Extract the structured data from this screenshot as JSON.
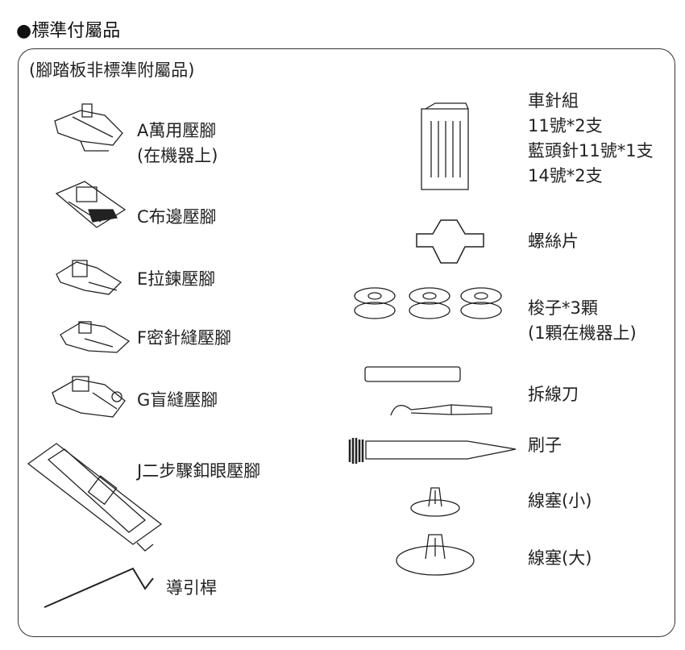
{
  "title": "●標準付屬品",
  "note": "(腳踏板非標準附屬品)",
  "left_items": [
    {
      "line1": "A萬用壓腳",
      "line2": "(在機器上)"
    },
    {
      "line1": "C布邊壓腳"
    },
    {
      "line1": "E拉鍊壓腳"
    },
    {
      "line1": "F密針縫壓腳"
    },
    {
      "line1": "G盲縫壓腳"
    },
    {
      "line1": "J二步驟釦眼壓腳"
    },
    {
      "line1": "導引桿"
    }
  ],
  "right_items": [
    {
      "lines": [
        "車針組",
        "11號*2支",
        "藍頭針11號*1支",
        "14號*2支"
      ]
    },
    {
      "lines": [
        "螺絲片"
      ]
    },
    {
      "lines": [
        "梭子*3顆",
        "(1顆在機器上)"
      ]
    },
    {
      "lines": [
        "拆線刀"
      ]
    },
    {
      "lines": [
        "刷子"
      ]
    },
    {
      "lines": [
        "線塞(小)"
      ]
    },
    {
      "lines": [
        "線塞(大)"
      ]
    }
  ]
}
